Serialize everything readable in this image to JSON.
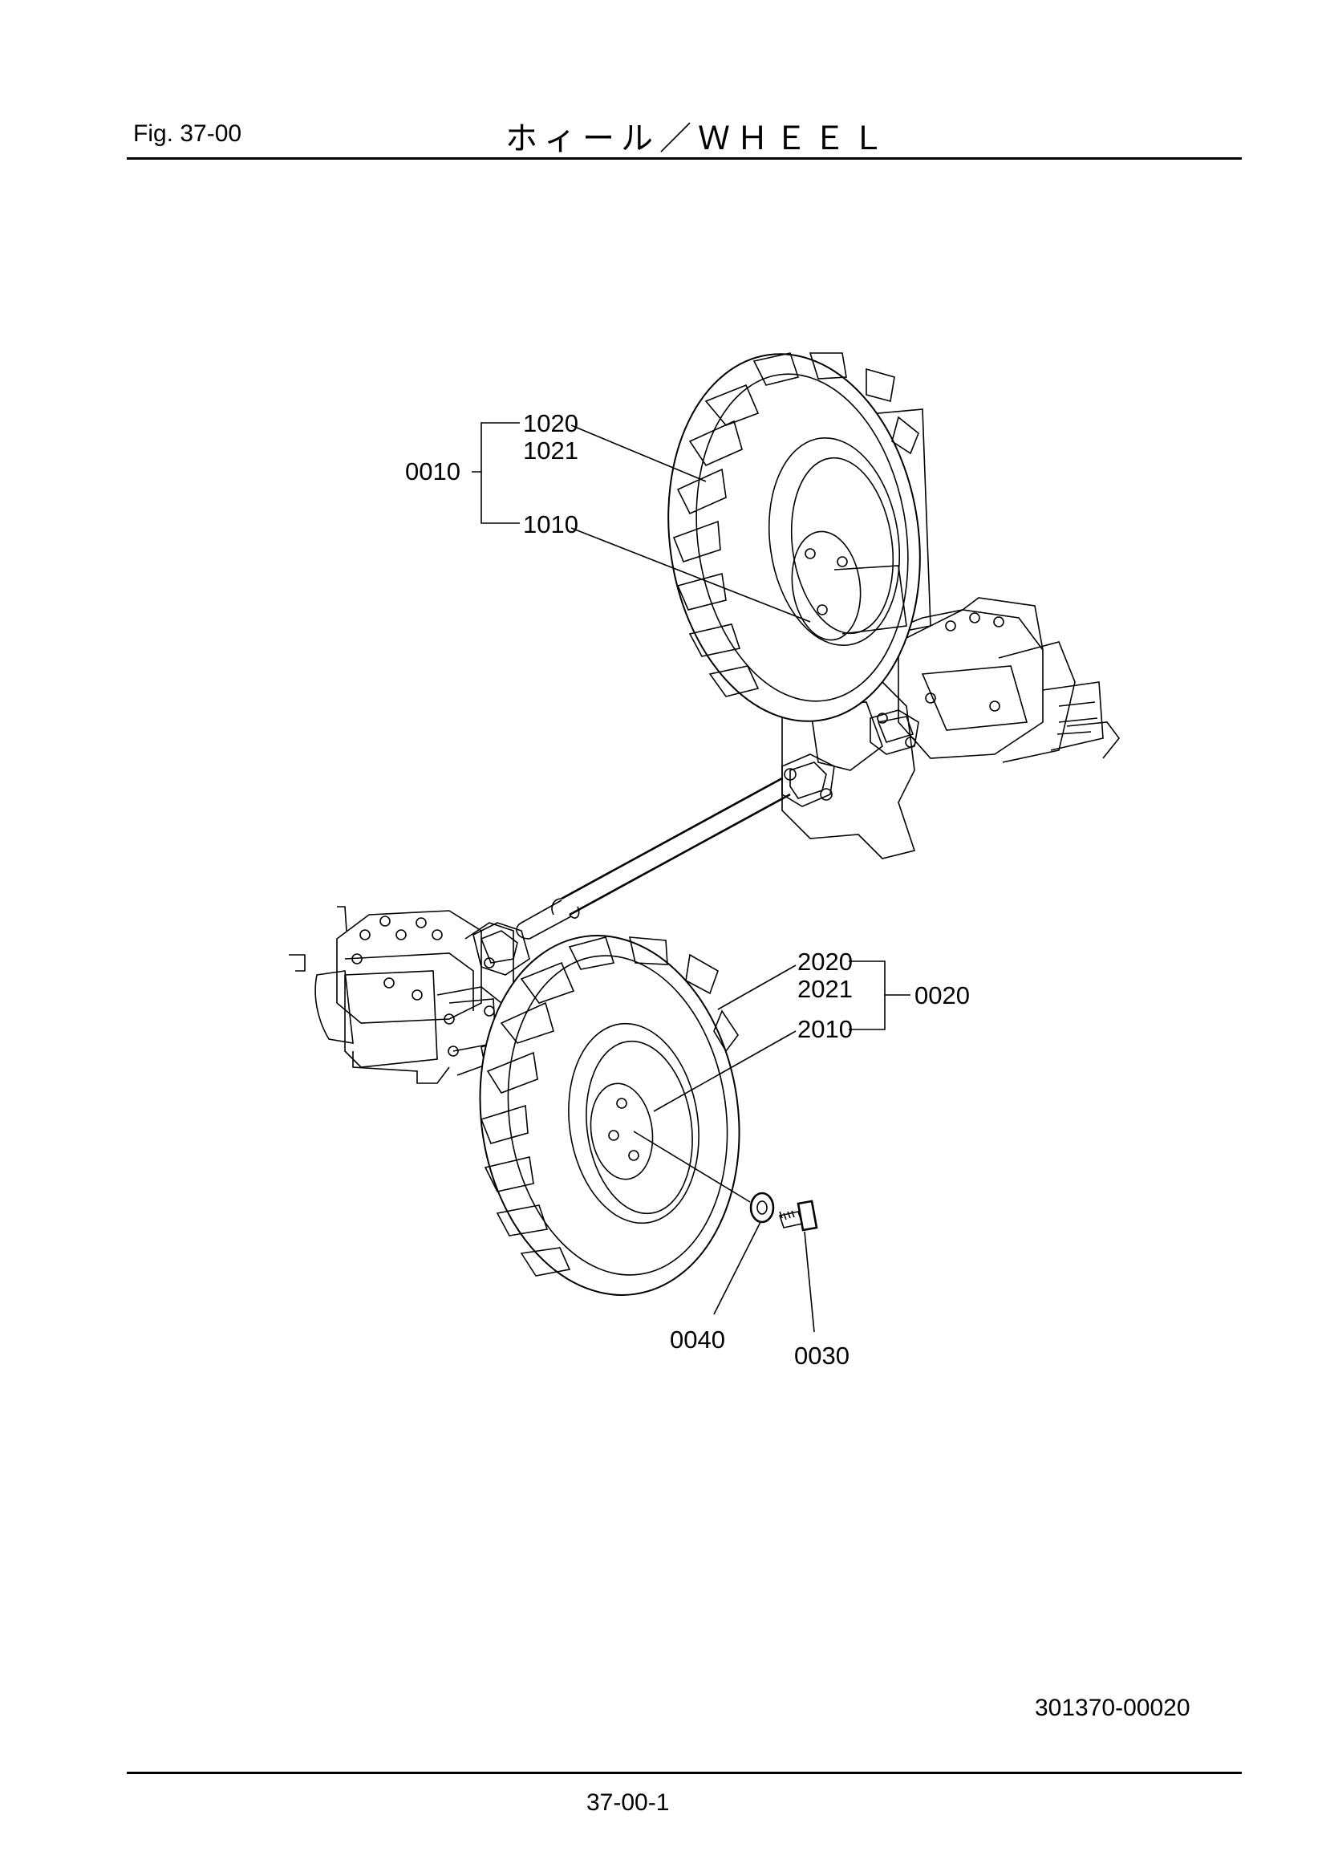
{
  "header": {
    "fig_label": "Fig.  37-00",
    "title": "ホィール／ＷＨＥＥＬ"
  },
  "callouts": {
    "c0010": "0010",
    "c1020": "1020",
    "c1021": "1021",
    "c1010": "1010",
    "c2020": "2020",
    "c2021": "2021",
    "c2010": "2010",
    "c0020": "0020",
    "c0040": "0040",
    "c0030": "0030"
  },
  "footer": {
    "drawing_code": "301370-00020",
    "page_number": "37-00-1"
  }
}
